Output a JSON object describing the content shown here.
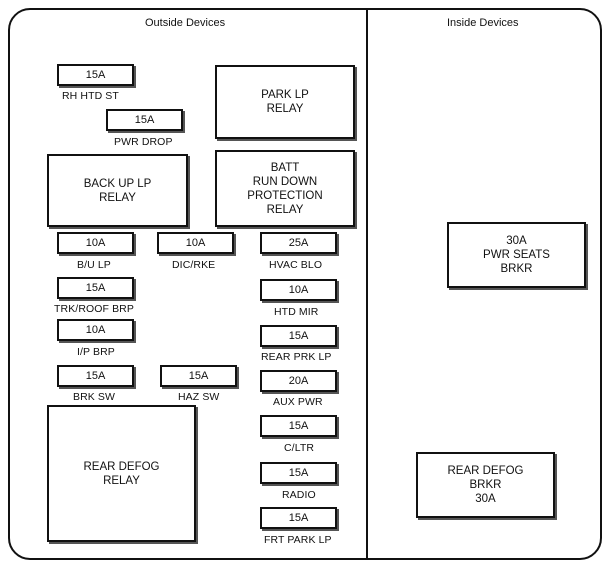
{
  "sections": {
    "outside": "Outside Devices",
    "inside": "Inside Devices"
  },
  "fuses": {
    "rh_htd_st": {
      "rating": "15A",
      "label": "RH HTD ST"
    },
    "pwr_drop": {
      "rating": "15A",
      "label": "PWR DROP"
    },
    "bu_lp": {
      "rating": "10A",
      "label": "B/U LP"
    },
    "dic_rke": {
      "rating": "10A",
      "label": "DIC/RKE"
    },
    "hvac_blo": {
      "rating": "25A",
      "label": "HVAC BLO"
    },
    "htd_mir": {
      "rating": "10A",
      "label": "HTD MIR"
    },
    "trk_roof": {
      "rating": "15A",
      "label": "TRK/ROOF BRP"
    },
    "ip_brp": {
      "rating": "10A",
      "label": "I/P BRP"
    },
    "rear_prk": {
      "rating": "15A",
      "label": "REAR PRK LP"
    },
    "aux_pwr": {
      "rating": "20A",
      "label": "AUX PWR"
    },
    "brk_sw": {
      "rating": "15A",
      "label": "BRK SW"
    },
    "haz_sw": {
      "rating": "15A",
      "label": "HAZ SW"
    },
    "cltr": {
      "rating": "15A",
      "label": "C/LTR"
    },
    "radio": {
      "rating": "15A",
      "label": "RADIO"
    },
    "frt_park": {
      "rating": "15A",
      "label": "FRT PARK LP"
    }
  },
  "relays": {
    "park_lp": "PARK LP\nRELAY",
    "back_up_lp": "BACK UP LP\nRELAY",
    "batt_run_down": "BATT\nRUN DOWN\nPROTECTION\nRELAY",
    "rear_defog": "REAR DEFOG\nRELAY"
  },
  "breakers": {
    "pwr_seats": "30A\nPWR SEATS\nBRKR",
    "rear_defog": "REAR DEFOG\nBRKR\n30A"
  }
}
